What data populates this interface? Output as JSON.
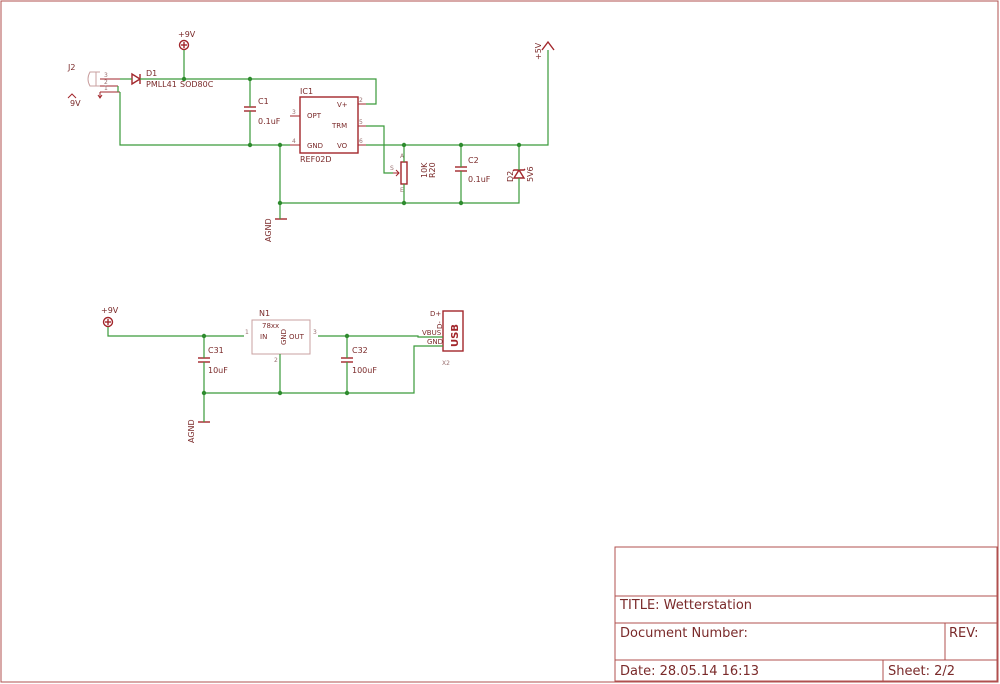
{
  "circuit1": {
    "j2": "J2",
    "j2_pin3": "3",
    "j2_pin2": "2",
    "j2_pin1": "1",
    "j2_rail": "9V",
    "d1": "D1",
    "d1_value": "PMLL41",
    "d1_package": "SOD80C",
    "supply_top": "+9V",
    "c1": "C1",
    "c1_value": "0.1uF",
    "ic1": "IC1",
    "ic1_value": "REF02D",
    "ic1_pin_opt": "OPT",
    "ic1_pin_vplus": "V+",
    "ic1_pin_trm": "TRM",
    "ic1_pin_gnd": "GND",
    "ic1_pin_vo": "VO",
    "ic1_pinnum_opt": "3",
    "ic1_pinnum_vplus": "2",
    "ic1_pinnum_trm": "5",
    "ic1_pinnum_gnd": "4",
    "ic1_pinnum_vo": "6",
    "r_value": "10K",
    "r_name": "R20",
    "r_pin_a": "A",
    "r_pin_e": "E",
    "r_pin_s": "S",
    "c2": "C2",
    "c2_value": "0.1uF",
    "d2": "D2",
    "d2_value": "5V6",
    "supply_5v": "+5V",
    "agnd": "AGND"
  },
  "circuit2": {
    "supply": "+9V",
    "n1": "N1",
    "n1_value": "78xx",
    "n1_pin_in": "IN",
    "n1_pin_out": "OUT",
    "n1_pin_gnd": "GND",
    "n1_pinnum_in": "1",
    "n1_pinnum_gnd": "2",
    "n1_pinnum_out": "3",
    "c31": "C31",
    "c31_value": "10uF",
    "c32": "C32",
    "c32_value": "100uF",
    "x2": "X2",
    "usb_label": "USB",
    "usb_pin_dplus": "D+",
    "usb_pin_dminus": "D-",
    "usb_pin_vbus": "VBUS",
    "usb_pin_gnd": "GND",
    "agnd": "AGND"
  },
  "title_block": {
    "title": "TITLE:  Wetterstation",
    "document_number": "Document Number:",
    "rev": "REV:",
    "date": "Date: 28.05.14 16:13",
    "sheet": "Sheet: 2/2"
  },
  "colors": {
    "symbol": "#a2262b",
    "wire": "#3a9a3a",
    "frame": "#b0504f"
  }
}
